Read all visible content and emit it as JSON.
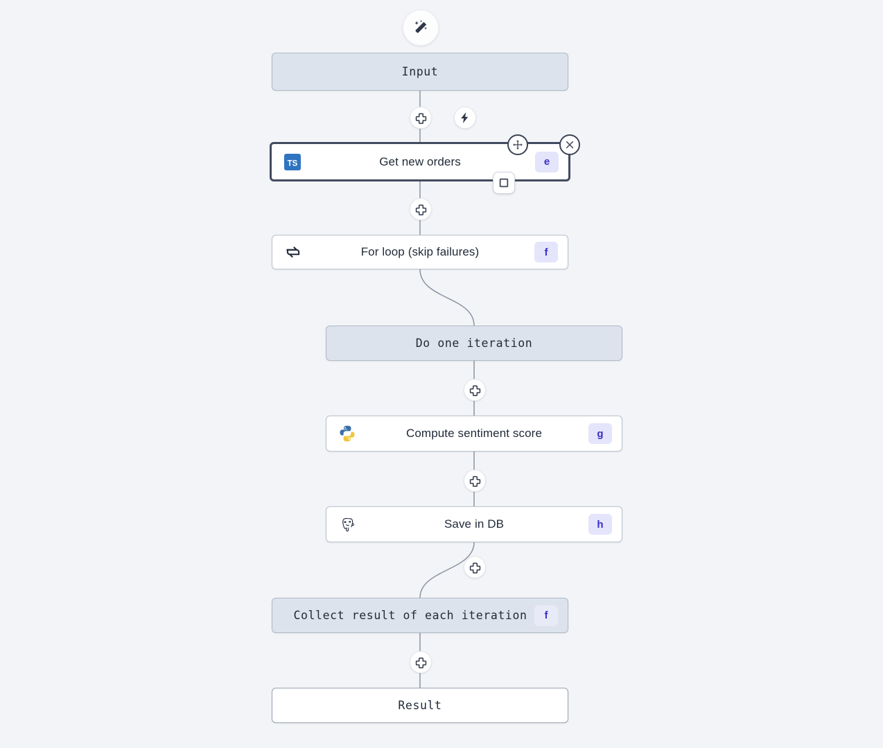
{
  "canvas": {
    "background": "#f2f4f7",
    "edge_color": "#8b94a3",
    "selected_outline": "#3c4455",
    "badge_bg": "#e4e4fb",
    "badge_fg": "#3b2ec9",
    "gray_node_bg": "#dde3ec"
  },
  "toolbar": {
    "wand_label": "magic-wand"
  },
  "nodes": [
    {
      "id": "input",
      "label": "Input",
      "style": "gray",
      "font": "mono",
      "icon": "",
      "badge": ""
    },
    {
      "id": "get-new-orders",
      "label": "Get new orders",
      "style": "selected",
      "font": "sans",
      "icon": "typescript-icon",
      "badge": "e"
    },
    {
      "id": "for-loop",
      "label": "For loop (skip failures)",
      "style": "white",
      "font": "sans",
      "icon": "loop-icon",
      "badge": "f"
    },
    {
      "id": "do-one-iteration",
      "label": "Do one iteration",
      "style": "gray",
      "font": "mono",
      "icon": "",
      "badge": ""
    },
    {
      "id": "compute-sentiment-score",
      "label": "Compute sentiment score",
      "style": "white",
      "font": "sans",
      "icon": "python-icon",
      "badge": "g"
    },
    {
      "id": "save-in-db",
      "label": "Save in DB",
      "style": "white",
      "font": "sans",
      "icon": "postgresql-icon",
      "badge": "h"
    },
    {
      "id": "collect-result",
      "label": "Collect result of each iteration",
      "style": "gray",
      "font": "mono",
      "icon": "",
      "badge": "f"
    },
    {
      "id": "result",
      "label": "Result",
      "style": "plain",
      "font": "mono",
      "icon": "",
      "badge": ""
    }
  ],
  "edge_buttons": [
    {
      "id": "add-after-input",
      "icon": "plus-icon"
    },
    {
      "id": "trigger-bolt",
      "icon": "lightning-icon"
    },
    {
      "id": "add-after-get-new-orders",
      "icon": "plus-icon"
    },
    {
      "id": "add-after-do-one-iteration",
      "icon": "plus-icon"
    },
    {
      "id": "add-after-compute-sentiment-score",
      "icon": "plus-icon"
    },
    {
      "id": "add-after-save-in-db",
      "icon": "plus-icon"
    },
    {
      "id": "add-before-result",
      "icon": "plus-icon"
    }
  ],
  "selected_node_controls": [
    {
      "id": "move-handle",
      "icon": "move-icon"
    },
    {
      "id": "close-handle",
      "icon": "close-icon"
    },
    {
      "id": "branch-handle",
      "icon": "square-icon"
    }
  ]
}
